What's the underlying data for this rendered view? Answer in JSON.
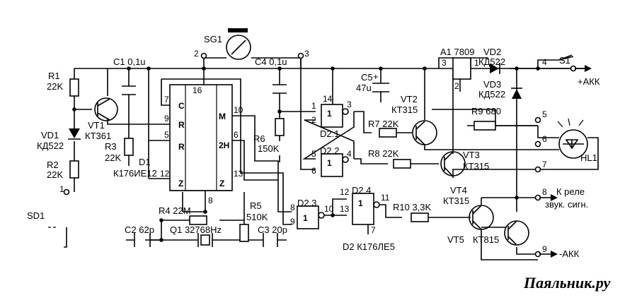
{
  "labels": {
    "sg1": "SG1",
    "c1": "C1 0,1u",
    "c4": "C4 0,1u",
    "a1": "A1 7809",
    "vd2": "VD2",
    "vd2_type": "КД522",
    "vd3": "VD3",
    "vd3_type": "КД522",
    "s1": "S1",
    "akk_plus": "+АКК",
    "r1": "R1",
    "r1_val": "22K",
    "vt1": "VT1",
    "vt1_type": "КТ361",
    "vd1": "VD1",
    "vd1_type": "КД522",
    "r2": "R2",
    "r2_val": "22K",
    "sd1": "SD1",
    "r3": "R3",
    "r3_val": "22K",
    "d1": "D1",
    "d1_type": "К176ИЕ12",
    "c5": "C5",
    "c5_val": "47u",
    "vt2": "VT2",
    "vt2_type": "КТ315",
    "r9": "R9 680",
    "r6": "R6",
    "r6_val": "150K",
    "d21": "D2.1",
    "d22": "D2.2",
    "r7": "R7 22K",
    "r8": "R8 22K",
    "vt3": "VT3",
    "vt3_type": "КТ315",
    "hl1": "HL1",
    "vt4": "VT4",
    "vt4_type": "КТ315",
    "relay1": "К реле",
    "relay2": "звук. сигн.",
    "d23": "D2.3",
    "d24": "D2.4",
    "r10": "R10 3,3K",
    "r4": "R4 22M",
    "r5": "R5",
    "r5_val": "510K",
    "c2": "C2 62p",
    "q1": "Q1 32768Hz",
    "c3": "C3 20p",
    "d2": "D2 К176ЛЕ5",
    "vt5": "VT5",
    "vt5_type": "КТ815",
    "akk_minus": "-АКК",
    "watermark": "Паяльник.ру"
  },
  "chip_pins": {
    "c": "C",
    "r": "R",
    "r2": "R",
    "m": "M",
    "h2": "2H",
    "z1": "Z",
    "z2": "Z"
  },
  "gate_symbol": "1",
  "pins": {
    "p1": "1",
    "p2": "2",
    "p3": "3",
    "p4": "4",
    "p5": "5",
    "p6": "6",
    "p7": "7",
    "p8": "8",
    "p9": "9",
    "d1_16": "16",
    "d1_7": "7",
    "d1_9": "9",
    "d1_5": "5",
    "d1_10": "10",
    "d1_6": "6",
    "d1_12": "12",
    "d1_13": "13",
    "d1_8": "8",
    "a1_3": "3",
    "a1_1": "1",
    "a1_2": "2",
    "sg_2": "2",
    "sg_3": "3",
    "g1_14": "14",
    "g1_1": "1",
    "g1_2": "2",
    "g1_3": "3",
    "g2_5": "5",
    "g2_6": "6",
    "g2_4": "4",
    "g3_8": "8",
    "g3_9": "9",
    "g3_10": "10",
    "g4_12": "12",
    "g4_13": "13",
    "g4_11": "11",
    "g4_7": "7"
  }
}
